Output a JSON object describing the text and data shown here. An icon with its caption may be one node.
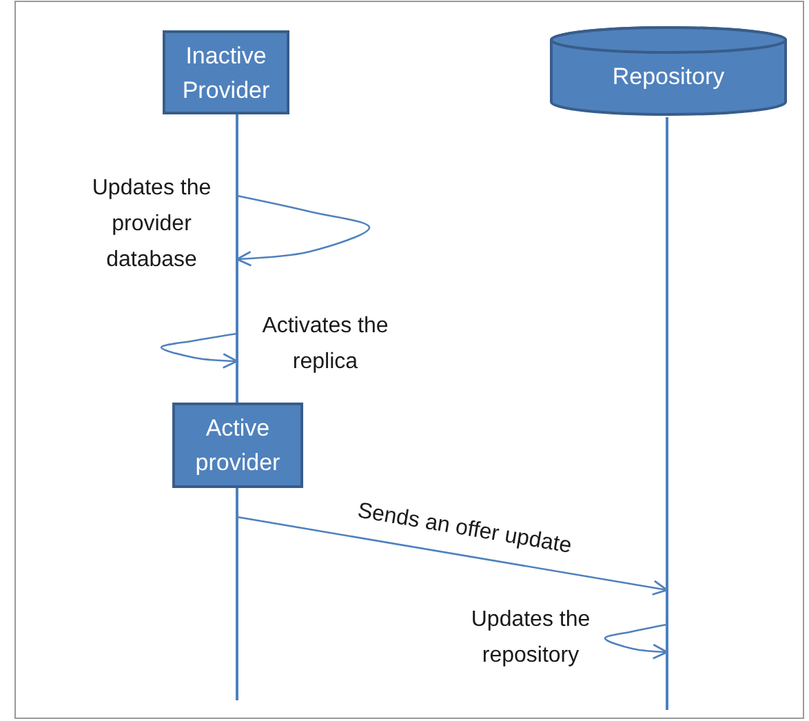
{
  "diagram": {
    "nodes": [
      {
        "text": [
          "Inactive Provider"
        ]
      },
      {
        "text": [
          "Repository"
        ]
      },
      {
        "text": [
          "Active provider"
        ]
      },
      {
        "text": [],
        "shape": "line"
      },
      {
        "text": [],
        "shape": "line"
      },
      {
        "text": [],
        "shape": "line"
      }
    ],
    "edges": [
      {
        "from": 3,
        "to": 3,
        "arrow": "to",
        "label": "Updates the provider database"
      },
      {
        "from": 3,
        "to": 3,
        "arrow": "to",
        "label": "Activates the replica"
      },
      {
        "from": 5,
        "to": 4,
        "arrow": "to",
        "label": "Sends an offer update"
      },
      {
        "from": 4,
        "to": 4,
        "arrow": "to",
        "label": "Updates the repository"
      }
    ]
  }
}
